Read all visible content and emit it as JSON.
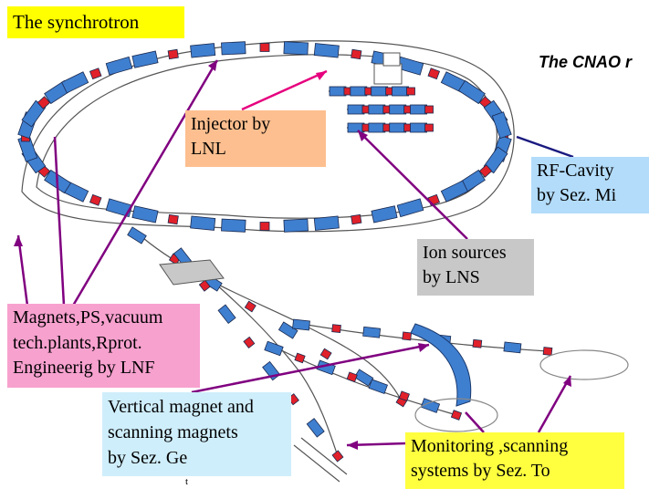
{
  "title": "The synchrotron",
  "header_text": "The CNAO r",
  "footer_mark": "t",
  "labels": {
    "injector": "Injector by\nLNL",
    "rf_cavity": "RF-Cavity\nby Sez. Mi",
    "ion_sources": "Ion sources\nby LNS",
    "magnets": "Magnets,PS,vacuum\ntech.plants,Rprot.\nEngineerig by LNF",
    "vertical": "Vertical magnet and\nscanning magnets\nby Sez. Ge",
    "monitoring": "Monitoring ,scanning\nsystems by  Sez. To"
  },
  "colors": {
    "title_bg": "#ffff00",
    "injector_bg": "#fdbf8f",
    "rf_bg": "#b3dcfa",
    "ion_bg": "#c8c8c8",
    "magnets_bg": "#f7a1cf",
    "vertical_bg": "#cfeefb",
    "monitoring_bg": "#ffff40",
    "arrow_purple": "#800080",
    "arrow_magenta": "#e6007e",
    "arrow_navy": "#1a1a80",
    "magnet_blue": "#3f7fd0",
    "magnet_red": "#e0202a"
  }
}
